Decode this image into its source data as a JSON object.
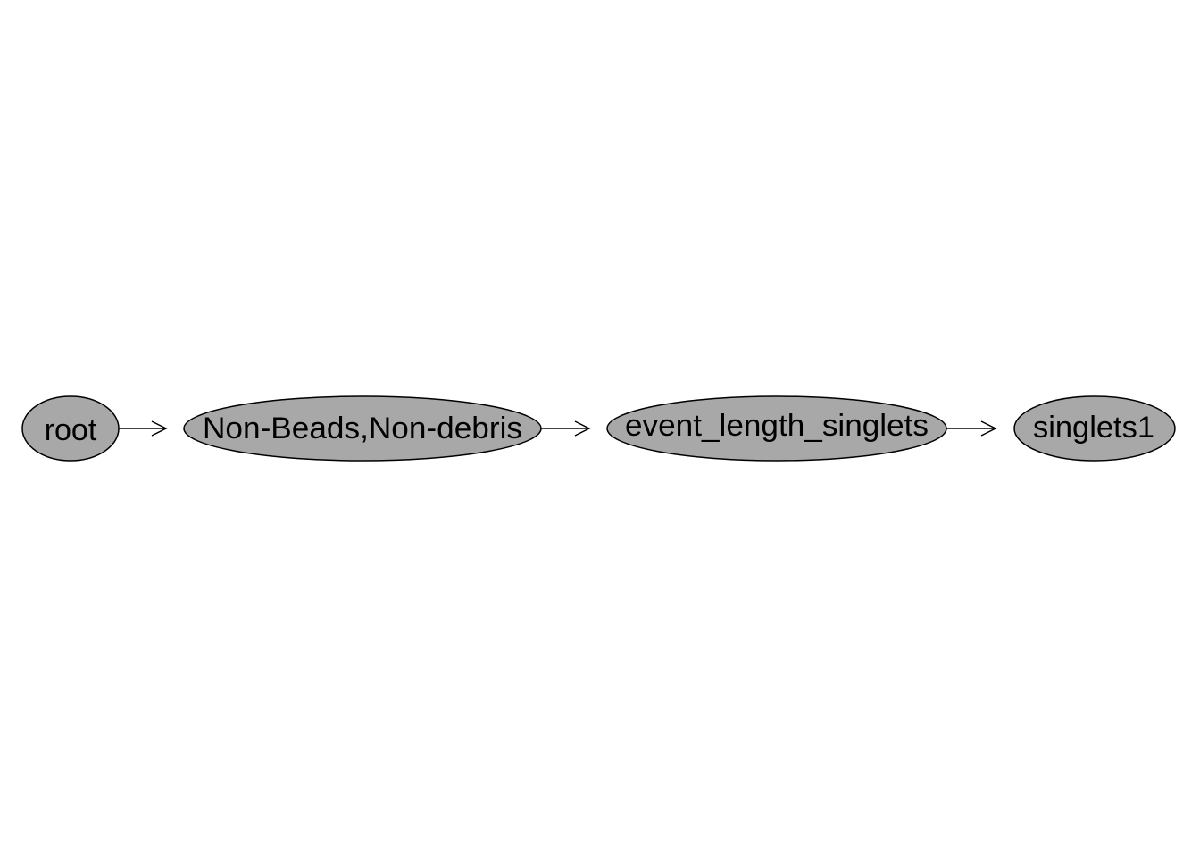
{
  "diagram": {
    "type": "gating-hierarchy",
    "nodes": [
      {
        "id": "root",
        "label": "root"
      },
      {
        "id": "non_beads",
        "label": "Non-Beads,Non-debris"
      },
      {
        "id": "event_length",
        "label": "event_length_singlets"
      },
      {
        "id": "singlets1",
        "label": "singlets1"
      }
    ],
    "edges": [
      {
        "from": "root",
        "to": "non_beads"
      },
      {
        "from": "non_beads",
        "to": "event_length"
      },
      {
        "from": "event_length",
        "to": "singlets1"
      }
    ],
    "colors": {
      "node_fill": "#a8a8a8",
      "node_stroke": "#000000",
      "edge": "#000000",
      "background": "#ffffff"
    }
  }
}
